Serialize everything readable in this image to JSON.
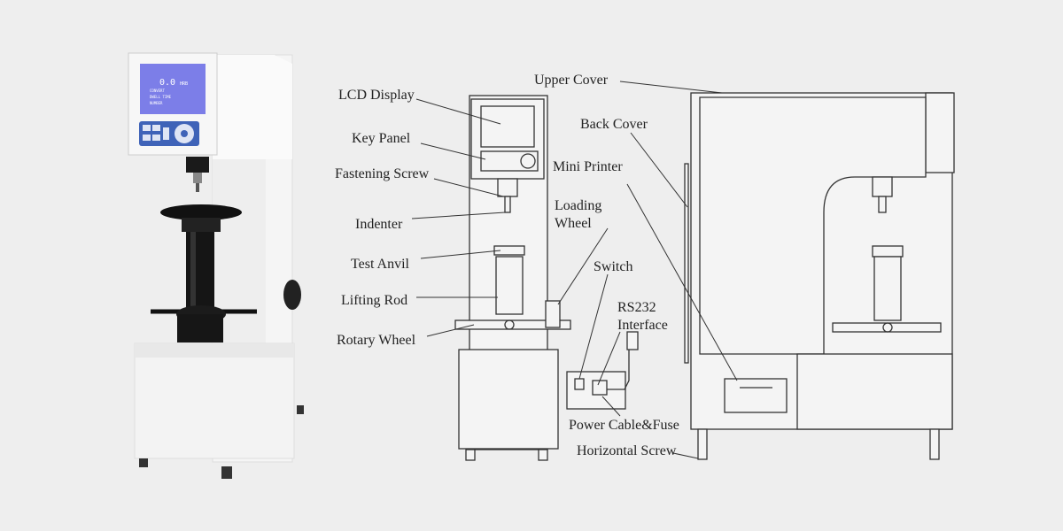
{
  "photo": {
    "lcd_screen": {
      "value": "0.0",
      "unit": "HRB",
      "rows": [
        "CONVERT",
        "DWELL TIME",
        "NUMBER"
      ]
    },
    "colors": {
      "body": "#f2f2f2",
      "screen": "#7c7ee8",
      "keypad": "#3f63b8",
      "column": "#1a1a1a"
    }
  },
  "labels": {
    "lcd_display": "LCD Display",
    "key_panel": "Key Panel",
    "fastening_screw": "Fastening Screw",
    "indenter": "Indenter",
    "test_anvil": "Test Anvil",
    "lifting_rod": "Lifting Rod",
    "rotary_wheel": "Rotary Wheel",
    "upper_cover": "Upper Cover",
    "back_cover": "Back Cover",
    "mini_printer": "Mini Printer",
    "loading_wheel_1": "Loading",
    "loading_wheel_2": "Wheel",
    "switch": "Switch",
    "rs232_1": "RS232",
    "rs232_2": "Interface",
    "power_cable": "Power Cable&Fuse",
    "horizontal_screw": "Horizontal Screw"
  }
}
